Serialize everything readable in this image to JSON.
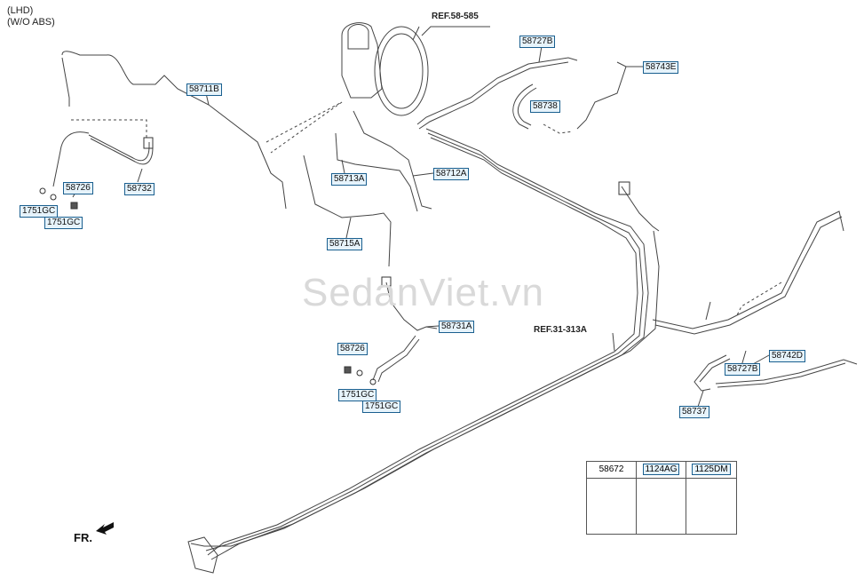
{
  "header": {
    "line1": "(LHD)",
    "line2": "(W/O ABS)"
  },
  "refs": {
    "ref_booster": "REF.58-585",
    "ref_lines": "REF.31-313A"
  },
  "labels": {
    "p58711B": "58711B",
    "p58727B_top": "58727B",
    "p58743E": "58743E",
    "p58738": "58738",
    "p58726_left": "58726",
    "p58732": "58732",
    "p1751GC_a": "1751GC",
    "p1751GC_b": "1751GC",
    "p58713A": "58713A",
    "p58712A": "58712A",
    "p58715A": "58715A",
    "p58731A": "58731A",
    "p58726_mid": "58726",
    "p1751GC_c": "1751GC",
    "p1751GC_d": "1751GC",
    "p58742D": "58742D",
    "p58727B_right": "58727B",
    "p58737": "58737"
  },
  "parts_table": {
    "col1": "58672",
    "col2": "1124AG",
    "col3": "1125DM"
  },
  "watermark": "SedanViet.vn",
  "direction": "FR."
}
